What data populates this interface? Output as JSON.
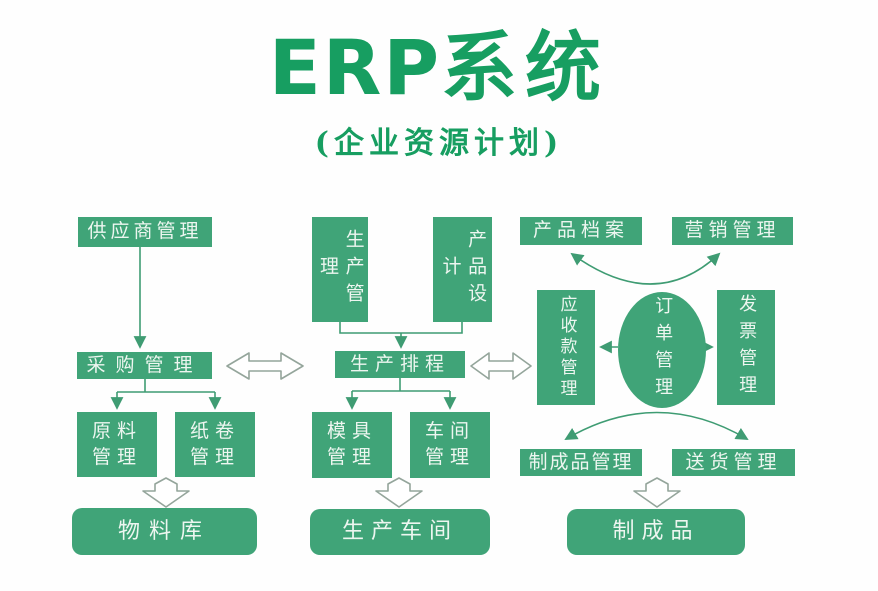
{
  "title": {
    "erp": "ERP",
    "system": "系统",
    "subtitle": "(企业资源计划)"
  },
  "colors": {
    "title_green": "#179e61",
    "box_green": "#40a478",
    "box_text": "#edf6f0",
    "arrow_green": "#3f9c73",
    "hollow_outline": "#94a59b"
  },
  "nodes": {
    "supplier_mgmt": {
      "label": "供应商管理"
    },
    "purchasing_mgmt": {
      "label": "采购管理"
    },
    "raw_material_mgmt": {
      "label": "原料管理"
    },
    "paper_roll_mgmt": {
      "label": "纸卷管理"
    },
    "material_warehouse": {
      "label": "物料库"
    },
    "production_mgmt": {
      "label": "生产管理"
    },
    "product_design": {
      "label": "产品设计"
    },
    "production_scheduling": {
      "label": "生产排程"
    },
    "mold_mgmt": {
      "label": "模具管理"
    },
    "workshop_mgmt": {
      "label": "车间管理"
    },
    "production_workshop": {
      "label": "生产车间"
    },
    "product_archive": {
      "label": "产品档案"
    },
    "marketing_mgmt": {
      "label": "营销管理"
    },
    "receivables_mgmt": {
      "label": "应收款管理"
    },
    "order_mgmt": {
      "label": "订单管理"
    },
    "invoice_mgmt": {
      "label": "发票管理"
    },
    "finished_goods_mgmt": {
      "label": "制成品管理"
    },
    "delivery_mgmt": {
      "label": "送货管理"
    },
    "finished_goods": {
      "label": "制成品"
    }
  }
}
